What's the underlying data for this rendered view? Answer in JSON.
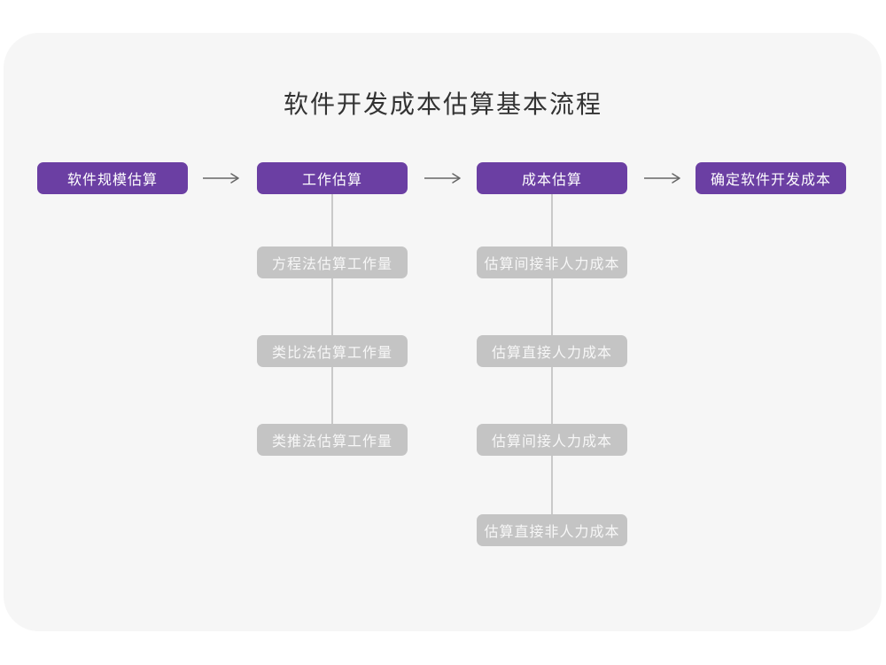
{
  "title": "软件开发成本估算基本流程",
  "colors": {
    "accent_purple": "#6b3fa3",
    "sub_box_gray": "#c4c4c4",
    "card_background": "#f6f6f6",
    "connector_line": "#c9c9c9",
    "arrow": "#666666",
    "title_text": "#333333"
  },
  "flow": {
    "main_steps": [
      {
        "label": "软件规模估算"
      },
      {
        "label": "工作估算"
      },
      {
        "label": "成本估算"
      },
      {
        "label": "确定软件开发成本"
      }
    ],
    "work_substeps": [
      "方程法估算工作量",
      "类比法估算工作量",
      "类推法估算工作量"
    ],
    "cost_substeps": [
      "估算间接非人力成本",
      "估算直接人力成本",
      "估算间接人力成本",
      "估算直接非人力成本"
    ]
  }
}
